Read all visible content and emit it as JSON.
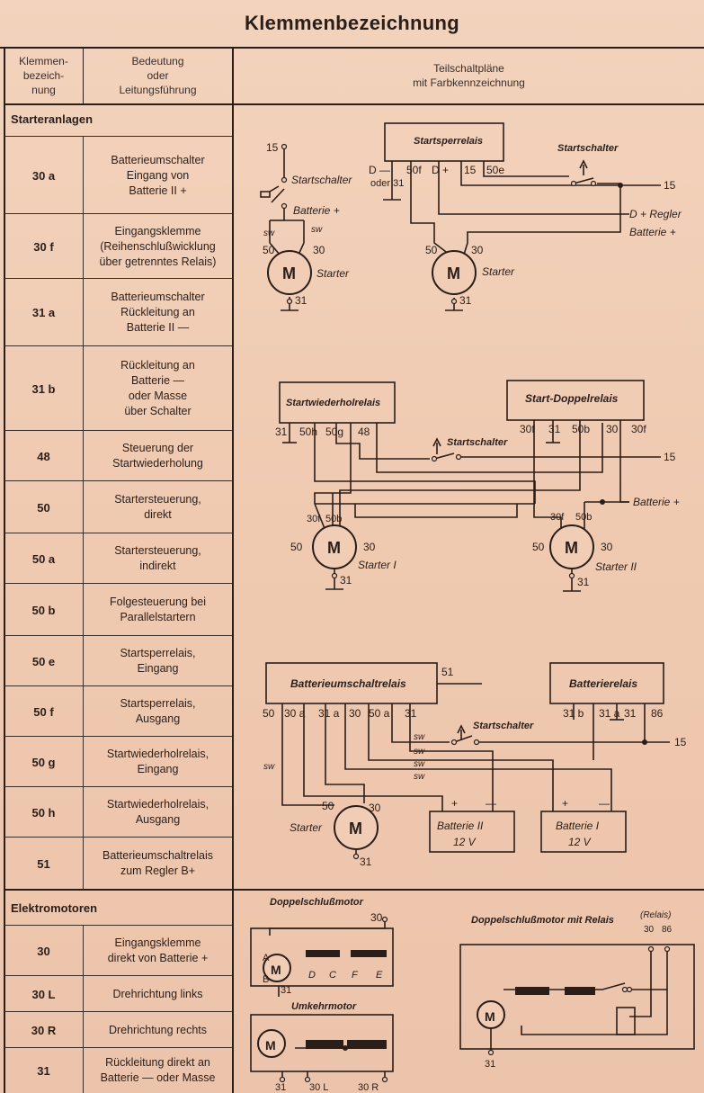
{
  "title": "Klemmenbezeichnung",
  "header": {
    "col1": [
      "Klemmen-",
      "bezeich-",
      "nung"
    ],
    "col2": [
      "Bedeutung",
      "oder",
      "Leitungsführung"
    ],
    "col3": [
      "Teilschaltpläne",
      "mit Farbkennzeichnung"
    ]
  },
  "sections": [
    {
      "title": "Starteranlagen",
      "rows": [
        {
          "code": "30 a",
          "desc": [
            "Batterieumschalter",
            "Eingang von",
            "Batterie II +"
          ]
        },
        {
          "code": "30 f",
          "desc": [
            "Eingangsklemme",
            "(Reihenschlußwicklung",
            "über getrenntes Relais)"
          ]
        },
        {
          "code": "31 a",
          "desc": [
            "Batterieumschalter",
            "Rückleitung an",
            "Batterie II —"
          ]
        },
        {
          "code": "31 b",
          "desc": [
            "Rückleitung an",
            "Batterie —",
            "oder Masse",
            "über Schalter"
          ]
        },
        {
          "code": "48",
          "desc": [
            "Steuerung der",
            "Startwiederholung"
          ]
        },
        {
          "code": "50",
          "desc": [
            "Startersteuerung,",
            "direkt"
          ]
        },
        {
          "code": "50 a",
          "desc": [
            "Startersteuerung,",
            "indirekt"
          ]
        },
        {
          "code": "50 b",
          "desc": [
            "Folgesteuerung bei",
            "Parallelstartern"
          ]
        },
        {
          "code": "50 e",
          "desc": [
            "Startsperrelais,",
            "Eingang"
          ]
        },
        {
          "code": "50 f",
          "desc": [
            "Startsperrelais,",
            "Ausgang"
          ]
        },
        {
          "code": "50 g",
          "desc": [
            "Startwiederholrelais,",
            "Eingang"
          ]
        },
        {
          "code": "50 h",
          "desc": [
            "Startwiederholrelais,",
            "Ausgang"
          ]
        },
        {
          "code": "51",
          "desc": [
            "Batterieumschaltrelais",
            "zum Regler B+"
          ]
        }
      ]
    },
    {
      "title": "Elektromotoren",
      "rows": [
        {
          "code": "30",
          "desc": [
            "Eingangsklemme",
            "direkt von Batterie +"
          ]
        },
        {
          "code": "30 L",
          "desc": [
            "Drehrichtung links"
          ]
        },
        {
          "code": "30 R",
          "desc": [
            "Drehrichtung rechts"
          ]
        },
        {
          "code": "31",
          "desc": [
            "Rückleitung direkt an",
            "Batterie — oder Masse"
          ]
        }
      ]
    }
  ],
  "diagram_text": {
    "t15": "15",
    "t30": "30",
    "t31": "31",
    "t50": "50",
    "t48": "48",
    "sw": "sw",
    "m": "M",
    "plus": "+",
    "minus": "—",
    "startschalter": "Startschalter",
    "batterie_plus": "Batterie +",
    "starter": "Starter",
    "starter1": "Starter  I",
    "starter2": "Starter  II",
    "startsperrelais": "Startsperrelais",
    "dminus": "D —",
    "oder31": "oder 31",
    "t50f": "50f",
    "dplus": "D +",
    "t50e": "50e",
    "dregler": "D + Regler",
    "startwiederholrelais": "Startwiederholrelais",
    "startdoppelrelais": "Start-Doppelrelais",
    "t50h": "50h",
    "t50g": "50g",
    "t30f": "30f",
    "t50b": "50b",
    "batterieumschaltrelais": "Batterieumschaltrelais",
    "batterierelais": "Batterierelais",
    "t51": "51",
    "t30a": "30 a",
    "t31a": "31 a",
    "t50a": "50 a",
    "t31b": "31 b",
    "t86": "86",
    "batterie2": "Batterie II",
    "batterie1": "Batterie I",
    "v12": "12 V",
    "doppelschlussmotor": "Doppelschlußmotor",
    "doppelschluss_relais": "Doppelschlußmotor mit Relais",
    "relais": "(Relais)",
    "t86b": "86",
    "a": "A",
    "b": "B",
    "d": "D",
    "c": "C",
    "f": "F",
    "e": "E",
    "umkehrmotor": "Umkehrmotor",
    "t30l": "30 L",
    "t30r": "30 R"
  }
}
